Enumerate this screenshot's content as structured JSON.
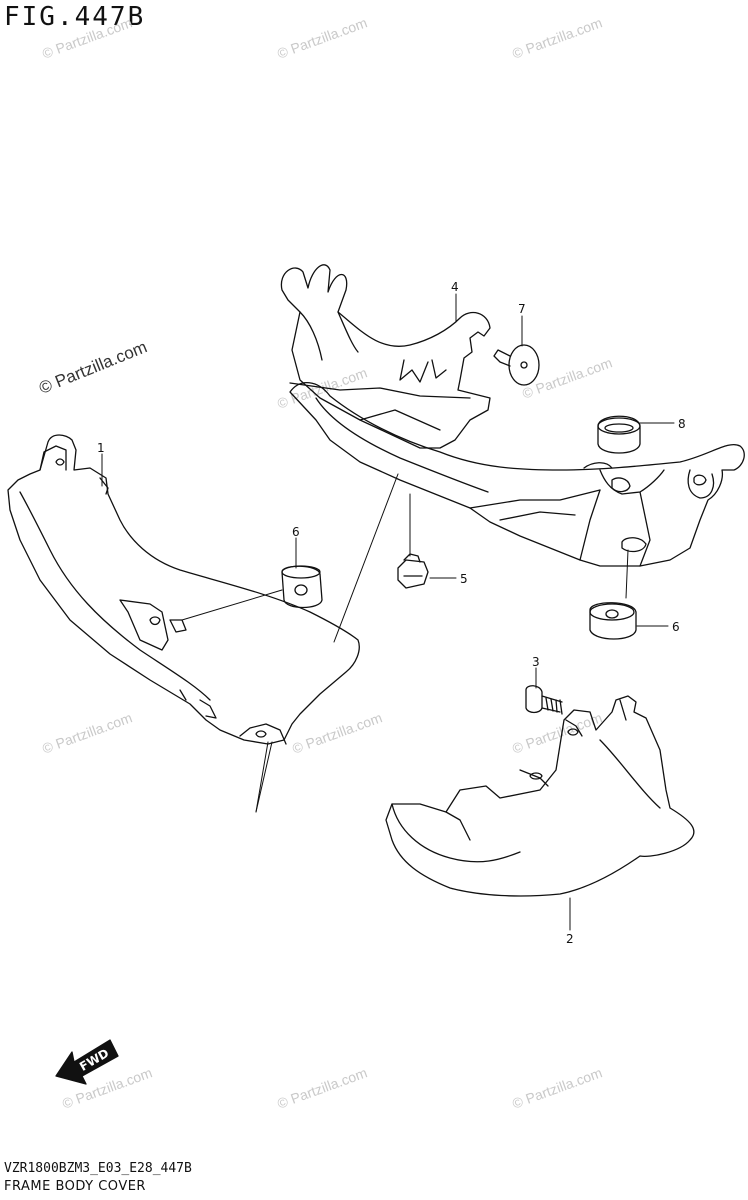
{
  "figure": {
    "title": "FIG.447B",
    "code": "VZR1800BZM3_E03_E28_447B",
    "name": "FRAME BODY COVER"
  },
  "watermark": {
    "text": "© Partzilla.com",
    "color": "#c9c9c9"
  },
  "callouts": [
    "1",
    "2",
    "3",
    "4",
    "5",
    "6",
    "6",
    "7",
    "8"
  ],
  "direction_badge": "FWD"
}
